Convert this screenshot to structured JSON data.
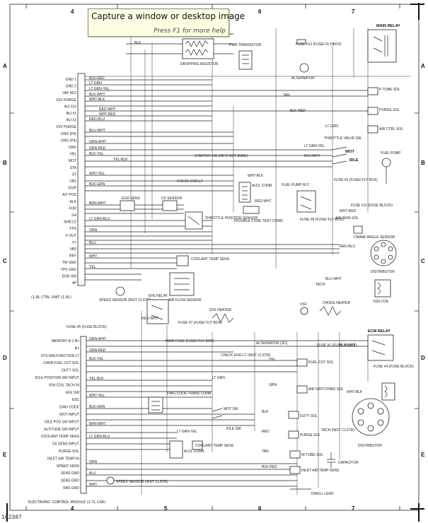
{
  "tooltip": {
    "title": "Capture a window or desktop image",
    "hint": "Press F1 for more help"
  },
  "doc_id": "102387",
  "grid": {
    "columns": [
      "4",
      "5",
      "6",
      "7"
    ],
    "rows": [
      "A",
      "B",
      "C",
      "D",
      "E"
    ]
  },
  "ecm_pins_left": [
    "GND 1",
    "GND 2",
    "VAF ADJ",
    "VSV PURGE",
    "INJ #10",
    "INJ #1",
    "INJ #3",
    "VSV PURGE",
    "GND (P4)",
    "GND (P4)",
    "GND",
    "VB1",
    "MOT",
    "STA",
    "ST",
    "VB1",
    "DISP",
    "A/T POS",
    "ALK",
    "FOR",
    "G4",
    "SHIELD",
    "TPS",
    "V OUT",
    "V+",
    "VB2",
    "REF",
    "TW GND",
    "TPS GND",
    "EGR SW",
    "4P"
  ],
  "ecm_pins_lower": [
    "MEMORY B-1 B+",
    "B+",
    "SYS MALFUNCTION LT",
    "CARB FUEL CUT SOL",
    "DUTY SOL",
    "IDLE POSITION SW INPUT",
    "IGN COIL TACH IN",
    "EFE SW",
    "ESC",
    "DIAG CODE",
    "WOT INPUT",
    "IDLE POS SW INPUT",
    "ALTITUDE SW INPUT",
    "COOLANT TEMP SENS",
    "O2 SENS INPUT",
    "PURGE SOL",
    "INLET AIR TEMP IN",
    "SPEED SENS",
    "SENS GND",
    "SENS GND",
    "RAS GND"
  ],
  "labels": {
    "ecu_caption": "(1.8L CTRL UNIT (1.8L)",
    "ecm_caption": "ELECTRONIC CONTROL MODULE (2.7L CAR)",
    "main_relay": "MAIN RELAY",
    "fuse_13": "FUSE #13 (FUSE/ FLY BOX)",
    "dropping_resistor": "DROPPING RESISTOR",
    "pwr_transistor": "PWR TRANSISTOR",
    "alternator": "ALTERNATOR",
    "p_tube_sol": "P-TUBE SOL",
    "purge_sol": "PURGE SOL",
    "air_ctrl_sol": "AIR CTRL SOL",
    "throttle_valve_sw": "THROTTLE VALVE SW",
    "fuel_pump": "FUEL PUMP",
    "wot": "WOT",
    "idle": "IDLE",
    "starter_sw": "STARTER SW (INFO NOT AVAIL)",
    "check_eng_lt": "CHECK ENG LT",
    "aldl_conn": "ALDL CONN",
    "fuel_pump_rly": "FUEL PUMP RLY",
    "fuse_2": "FUSE #2 (FUSE/ FLY BOX)",
    "fuse_11": "FUSE #11 (FUSE BLOCK)",
    "fuse_8": "FUSE #8 (FUSE/ FLY BOX)",
    "air_rein_sol": "AIR REIN SOL",
    "crank_angle_sensor": "CRANK ANGLE SENSOR",
    "egr_sens": "EGR SENS",
    "o2_sensor": "O2 SENSOR",
    "throttle_position_sensor": "THROTTLE POSITION SENSOR",
    "trouble_code_test_conn": "TROUBLE CODE TEST CONN",
    "coolant_temp_sens": "COOLANT TEMP SENS",
    "distributor": "DISTRIBUTOR",
    "tach": "TACH",
    "ign_coil": "IGN COIL",
    "speed_sensor": "SPEED SENSOR (INST CLSTR)",
    "air_flow_sensor": "AIR FLOW SENSOR",
    "efe_relay": "EFE RELAY",
    "fuse_5": "FUSE #5 (FUSE BLOCK)",
    "fuse_7": "FUSE #7 (FUSE/ FLY BOX)",
    "efe_heater": "EFE HEATER",
    "choke_heater": "CHOKE HEATER",
    "vsv": "VSV",
    "ecm_relay": "ECM RELAY",
    "main_fuse": "MAIN FUSE (FUSE/ FLY BOX)",
    "fuse_1": "FUSE #1 (FUSE BLOCK)",
    "check_eng_lt_clstr": "CHECK ENG LT (INST CLSTR)",
    "fuel_cut_sol": "FUEL CUT SOL",
    "air_switching_sol": "AIR SWITCHING SOL",
    "duty_sol": "DUTY SOL",
    "purge_sol_2": "PURGE SOL",
    "w_tube_sol": "W-TUBE SOL",
    "inlet_air_temp_sens": "INLET AIR TEMP SENS",
    "mot_sw": "MOT SW",
    "idle_sw": "IDLE SW",
    "diag_code_trans_conn": "DIAG CODE TRANS CONN",
    "aldl_conn_2": "ALDL CONN",
    "coolant_temp_sens_2": "COOLANT TEMP SENS",
    "speed_sensor_2": "SPEED SENSOR (INST CLSTR)",
    "dwell_lead": "DWELL LEAD",
    "capacitor": "CAPACITOR",
    "distributor_2": "DISTRIBUTOR",
    "tach_inst": "TACH (INST CLSTR)",
    "fuse_4": "FUSE #4 (FUSE BLOCK)",
    "alternator_sc": "ALTERNATOR (SC)"
  },
  "wire_colors": [
    "BLK-RED",
    "LT GRN",
    "LT GRN-YEL",
    "BLK-WHT",
    "WHT-BLK",
    "RED-WHT",
    "WHT-RED",
    "RED-BLU",
    "BLU-WHT",
    "GRN-WHT",
    "GRN-RED",
    "BLK-YEL",
    "YEL-BLK",
    "WHT-YEL",
    "BLK-GRN",
    "BRN-WHT",
    "LT GRN-BLU",
    "ORN",
    "BLU",
    "WHT",
    "YEL",
    "GRN",
    "BLK",
    "RED",
    "TAN"
  ]
}
